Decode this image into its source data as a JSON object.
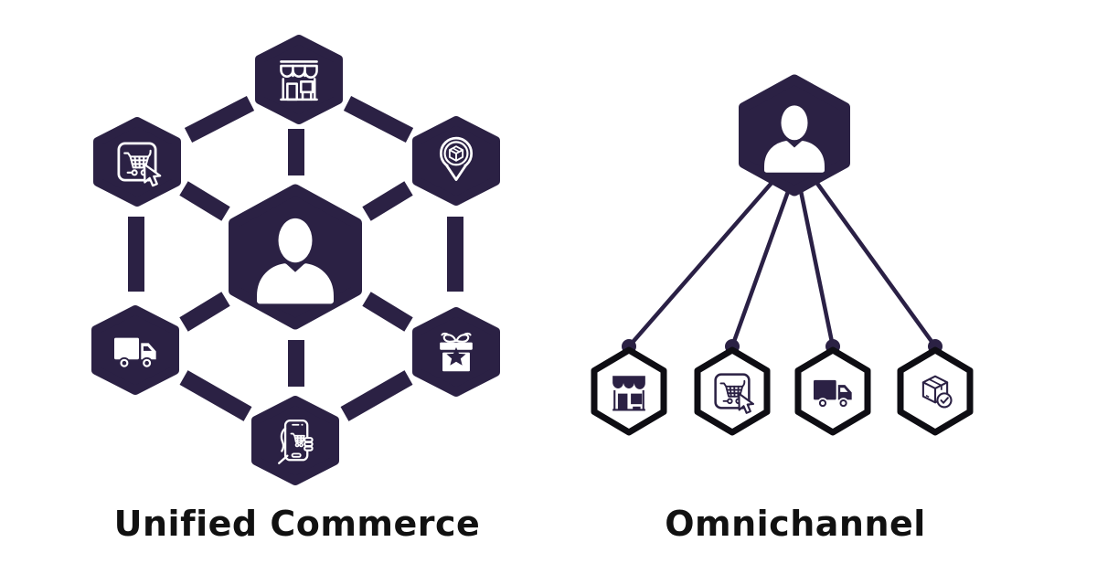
{
  "left_diagram": {
    "label": "Unified Commerce",
    "center_node": "customer",
    "nodes": [
      "store",
      "online-cart",
      "package-location",
      "delivery-truck",
      "gift",
      "mobile-shopping"
    ],
    "topology": "mesh-ring-with-center-spokes"
  },
  "right_diagram": {
    "label": "Omnichannel",
    "center_node": "customer",
    "nodes": [
      "store",
      "online-cart",
      "delivery-truck",
      "package-check"
    ],
    "topology": "one-to-many-fan"
  },
  "colors": {
    "hex_dark": "#2b2144",
    "outline_black": "#0e0d13",
    "connector": "#2a2045",
    "label_text": "#111111",
    "background": "#ffffff"
  }
}
